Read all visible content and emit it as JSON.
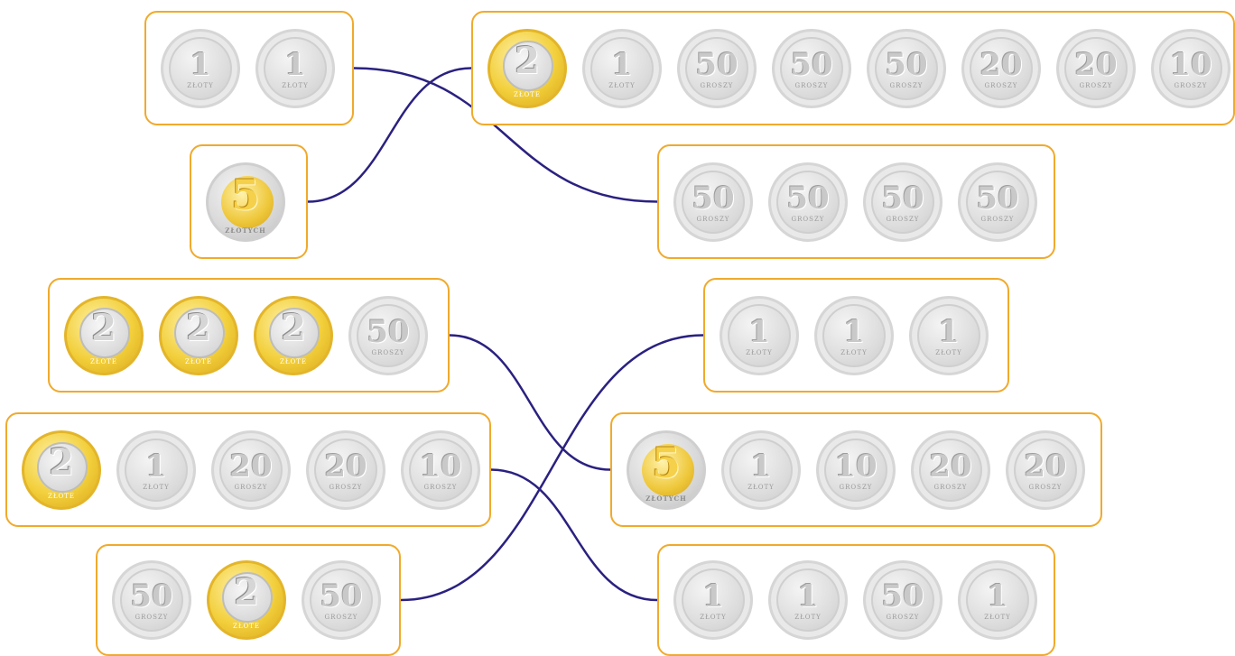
{
  "colors": {
    "border": "#f0aa2c",
    "link": "#2a2180",
    "silver": "#d9d9d9",
    "gold": "#f2cf3b"
  },
  "left_groups": [
    {
      "id": "L1",
      "coins": [
        {
          "type": "silver",
          "value": "1",
          "unit": "ZŁOTY"
        },
        {
          "type": "silver",
          "value": "1",
          "unit": "ZŁOTY"
        }
      ]
    },
    {
      "id": "L2",
      "coins": [
        {
          "type": "bimetal5",
          "value": "5",
          "unit": "ZŁOTYCH"
        }
      ]
    },
    {
      "id": "L3",
      "coins": [
        {
          "type": "bimetal2",
          "value": "2",
          "unit": "ZŁOTE"
        },
        {
          "type": "bimetal2",
          "value": "2",
          "unit": "ZŁOTE"
        },
        {
          "type": "bimetal2",
          "value": "2",
          "unit": "ZŁOTE"
        },
        {
          "type": "silver",
          "value": "50",
          "unit": "GROSZY"
        }
      ]
    },
    {
      "id": "L4",
      "coins": [
        {
          "type": "bimetal2",
          "value": "2",
          "unit": "ZŁOTE"
        },
        {
          "type": "silver",
          "value": "1",
          "unit": "ZŁOTY"
        },
        {
          "type": "silver",
          "value": "20",
          "unit": "GROSZY"
        },
        {
          "type": "silver",
          "value": "20",
          "unit": "GROSZY"
        },
        {
          "type": "silver",
          "value": "10",
          "unit": "GROSZY"
        }
      ]
    },
    {
      "id": "L5",
      "coins": [
        {
          "type": "silver",
          "value": "50",
          "unit": "GROSZY"
        },
        {
          "type": "bimetal2",
          "value": "2",
          "unit": "ZŁOTE"
        },
        {
          "type": "silver",
          "value": "50",
          "unit": "GROSZY"
        }
      ]
    }
  ],
  "right_groups": [
    {
      "id": "R1",
      "coins": [
        {
          "type": "bimetal2",
          "value": "2",
          "unit": "ZŁOTE"
        },
        {
          "type": "silver",
          "value": "1",
          "unit": "ZŁOTY"
        },
        {
          "type": "silver",
          "value": "50",
          "unit": "GROSZY"
        },
        {
          "type": "silver",
          "value": "50",
          "unit": "GROSZY"
        },
        {
          "type": "silver",
          "value": "50",
          "unit": "GROSZY"
        },
        {
          "type": "silver",
          "value": "20",
          "unit": "GROSZY"
        },
        {
          "type": "silver",
          "value": "20",
          "unit": "GROSZY"
        },
        {
          "type": "silver",
          "value": "10",
          "unit": "GROSZY"
        }
      ]
    },
    {
      "id": "R2",
      "coins": [
        {
          "type": "silver",
          "value": "50",
          "unit": "GROSZY"
        },
        {
          "type": "silver",
          "value": "50",
          "unit": "GROSZY"
        },
        {
          "type": "silver",
          "value": "50",
          "unit": "GROSZY"
        },
        {
          "type": "silver",
          "value": "50",
          "unit": "GROSZY"
        }
      ]
    },
    {
      "id": "R3",
      "coins": [
        {
          "type": "silver",
          "value": "1",
          "unit": "ZŁOTY"
        },
        {
          "type": "silver",
          "value": "1",
          "unit": "ZŁOTY"
        },
        {
          "type": "silver",
          "value": "1",
          "unit": "ZŁOTY"
        }
      ]
    },
    {
      "id": "R4",
      "coins": [
        {
          "type": "bimetal5",
          "value": "5",
          "unit": "ZŁOTYCH"
        },
        {
          "type": "silver",
          "value": "1",
          "unit": "ZŁOTY"
        },
        {
          "type": "silver",
          "value": "10",
          "unit": "GROSZY"
        },
        {
          "type": "silver",
          "value": "20",
          "unit": "GROSZY"
        },
        {
          "type": "silver",
          "value": "20",
          "unit": "GROSZY"
        }
      ]
    },
    {
      "id": "R5",
      "coins": [
        {
          "type": "silver",
          "value": "1",
          "unit": "ZŁOTY"
        },
        {
          "type": "silver",
          "value": "1",
          "unit": "ZŁOTY"
        },
        {
          "type": "silver",
          "value": "50",
          "unit": "GROSZY"
        },
        {
          "type": "silver",
          "value": "1",
          "unit": "ZŁOTY"
        }
      ]
    }
  ],
  "connections": [
    {
      "from": "L1",
      "to": "R2"
    },
    {
      "from": "L2",
      "to": "R1"
    },
    {
      "from": "L3",
      "to": "R4"
    },
    {
      "from": "L4",
      "to": "R5"
    },
    {
      "from": "L5",
      "to": "R3"
    }
  ]
}
